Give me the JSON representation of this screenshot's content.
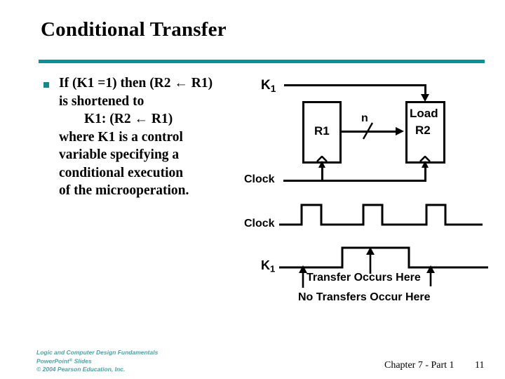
{
  "slide": {
    "title": "Conditional Transfer",
    "accent_color": "#009494",
    "bullet_color": "#128a8a",
    "footer_credit_color": "#4aa3a3"
  },
  "body": {
    "bullet_lines": [
      "If (K1 =1) then (R2 ← R1)",
      "is shortened to",
      "K1: (R2 ← R1)",
      "where K1 is a control",
      "variable specifying a",
      "conditional execution",
      "of the microoperation."
    ]
  },
  "block_diagram": {
    "k1_label": "K",
    "k1_subscript": "1",
    "clock_label": "Clock",
    "bus_width_label": "n",
    "register_left": {
      "name": "R1"
    },
    "register_right": {
      "line1": "Load",
      "line2": "R2"
    }
  },
  "timing_diagram": {
    "clock_label": "Clock",
    "k1_label": "K",
    "k1_subscript": "1",
    "annotation_transfer": "Transfer Occurs Here",
    "annotation_no_transfer": "No Transfers Occur Here"
  },
  "footer": {
    "credit_line1": "Logic and Computer Design Fundamentals",
    "credit_line2_pre": "PowerPoint",
    "credit_line2_sup": "®",
    "credit_line2_post": " Slides",
    "credit_line3": "© 2004 Pearson Education, Inc.",
    "chapter": "Chapter 7 - Part 1",
    "page": "11"
  }
}
